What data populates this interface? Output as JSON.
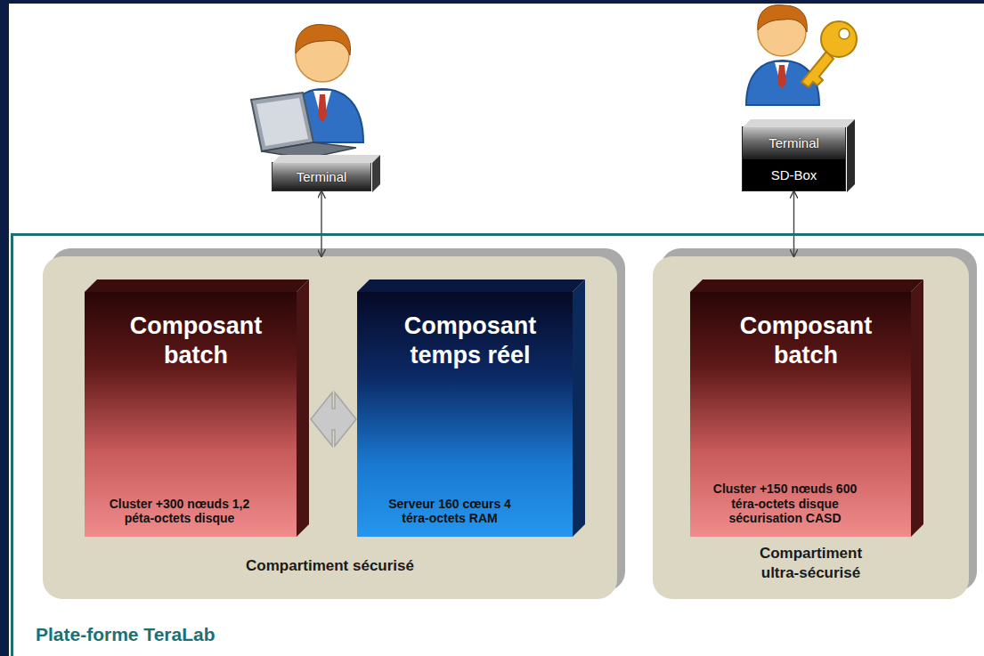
{
  "diagram": {
    "nodes": [
      {
        "text": [
          "Terminal"
        ]
      },
      {
        "text": [
          "Terminal",
          "SD-Box"
        ]
      },
      {
        "text": [
          "Plate-forme TeraLab"
        ]
      },
      {
        "text": [
          "Compartiment sécurisé"
        ],
        "in": 2
      },
      {
        "text": [
          "Composant batch",
          "Cluster +300 nœuds 1,2 péta-octets disque"
        ],
        "in": 3
      },
      {
        "text": [
          "Composant temps réel",
          "Serveur 160 cœurs 4 téra-octets RAM"
        ],
        "in": 3
      },
      {
        "text": [
          "Compartiment ultra-sécurisé"
        ],
        "in": 2
      },
      {
        "text": [
          "Composant batch",
          "Cluster +150 nœuds 600 téra-octets disque sécurisation CASD"
        ],
        "in": 6
      }
    ],
    "edges": [
      {
        "from": 0,
        "to": 3,
        "arrow": "both"
      },
      {
        "from": 1,
        "to": 6,
        "arrow": "both"
      },
      {
        "from": 4,
        "to": 5,
        "arrow": "both"
      }
    ]
  }
}
